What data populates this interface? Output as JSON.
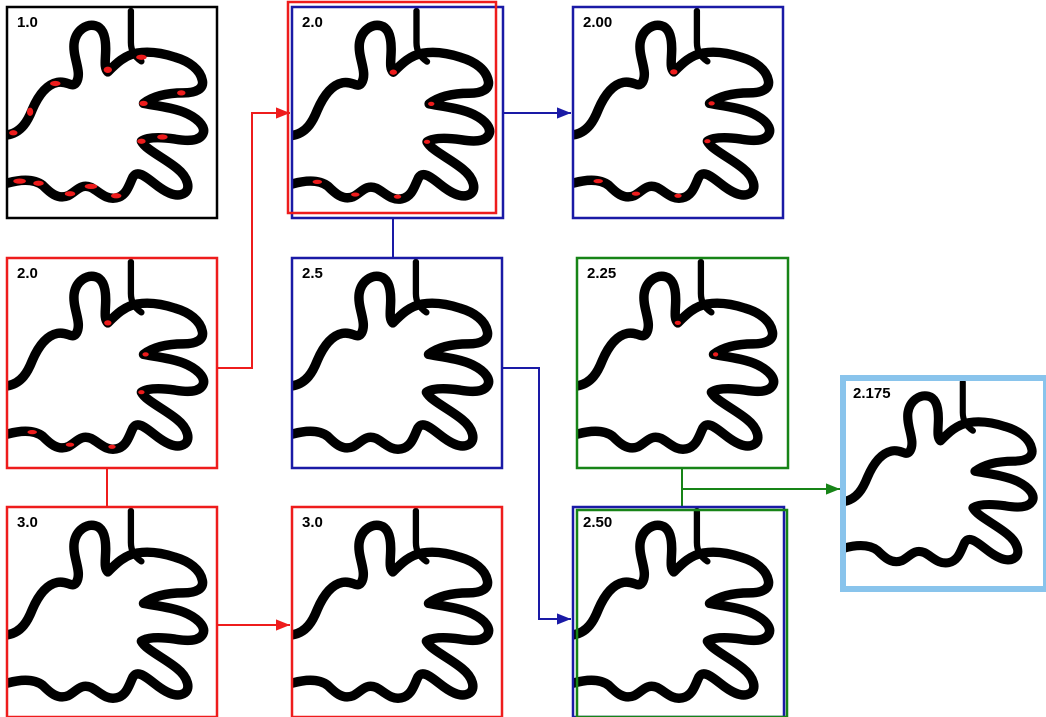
{
  "colors": {
    "black": "#000000",
    "red": "#ee1c1c",
    "blue": "#1a1aa6",
    "green": "#178417",
    "light_blue": "#89c4ec",
    "stroke": "#000000"
  },
  "panels": [
    {
      "id": "p10",
      "label": "1.0",
      "border_color": "black",
      "red_marks": "heavy"
    },
    {
      "id": "p20top",
      "label": "2.0",
      "border_color": "blue",
      "red_marks": "medium"
    },
    {
      "id": "p200",
      "label": "2.00",
      "border_color": "blue",
      "red_marks": "medium"
    },
    {
      "id": "p20",
      "label": "2.0",
      "border_color": "red",
      "red_marks": "medium"
    },
    {
      "id": "p25",
      "label": "2.5",
      "border_color": "blue",
      "red_marks": "none"
    },
    {
      "id": "p225",
      "label": "2.25",
      "border_color": "green",
      "red_marks": "light"
    },
    {
      "id": "p2175",
      "label": "2.175",
      "border_color": "light_blue",
      "red_marks": "none"
    },
    {
      "id": "p30a",
      "label": "3.0",
      "border_color": "red",
      "red_marks": "none"
    },
    {
      "id": "p30b",
      "label": "3.0",
      "border_color": "red",
      "red_marks": "none"
    },
    {
      "id": "p250",
      "label": "2.50",
      "border_color": "blue",
      "red_marks": "none"
    }
  ]
}
